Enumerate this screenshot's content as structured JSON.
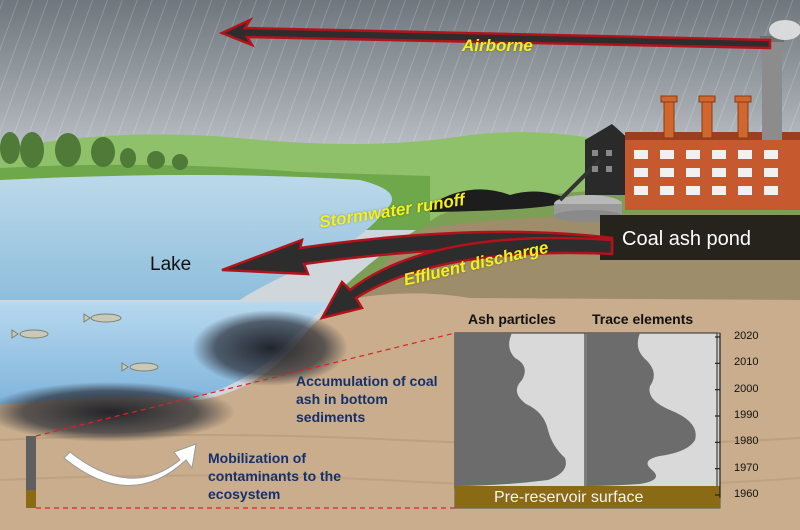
{
  "labels": {
    "airborne": "Airborne",
    "stormwater_runoff": "Stormwater runoff",
    "effluent_discharge": "Effluent discharge",
    "coal_ash_pond": "Coal ash pond",
    "lake": "Lake",
    "ash_particles": "Ash particles",
    "trace_elements": "Trace elements",
    "accumulation": "Accumulation of coal ash in bottom sediments",
    "mobilization": "Mobilization of contaminants to the ecosystem",
    "pre_reservoir_surface": "Pre-reservoir surface"
  },
  "year_ticks": [
    "2020",
    "2010",
    "2000",
    "1990",
    "1980",
    "1970",
    "1960"
  ],
  "colors": {
    "sky": "#8f979f",
    "lake": "#9ec9e4",
    "water": "#8fbde0",
    "sediment": "#c9ad8d",
    "arrow_fill": "#2d2d2d",
    "arrow_outline": "#b3121a",
    "label_yellow": "#f4ef1d",
    "label_navy": "#16306a",
    "brick": "#c65a2e",
    "chart_dark": "#6c6c6c",
    "chart_light": "#d3d3d3",
    "base_band": "#8a6a14"
  }
}
